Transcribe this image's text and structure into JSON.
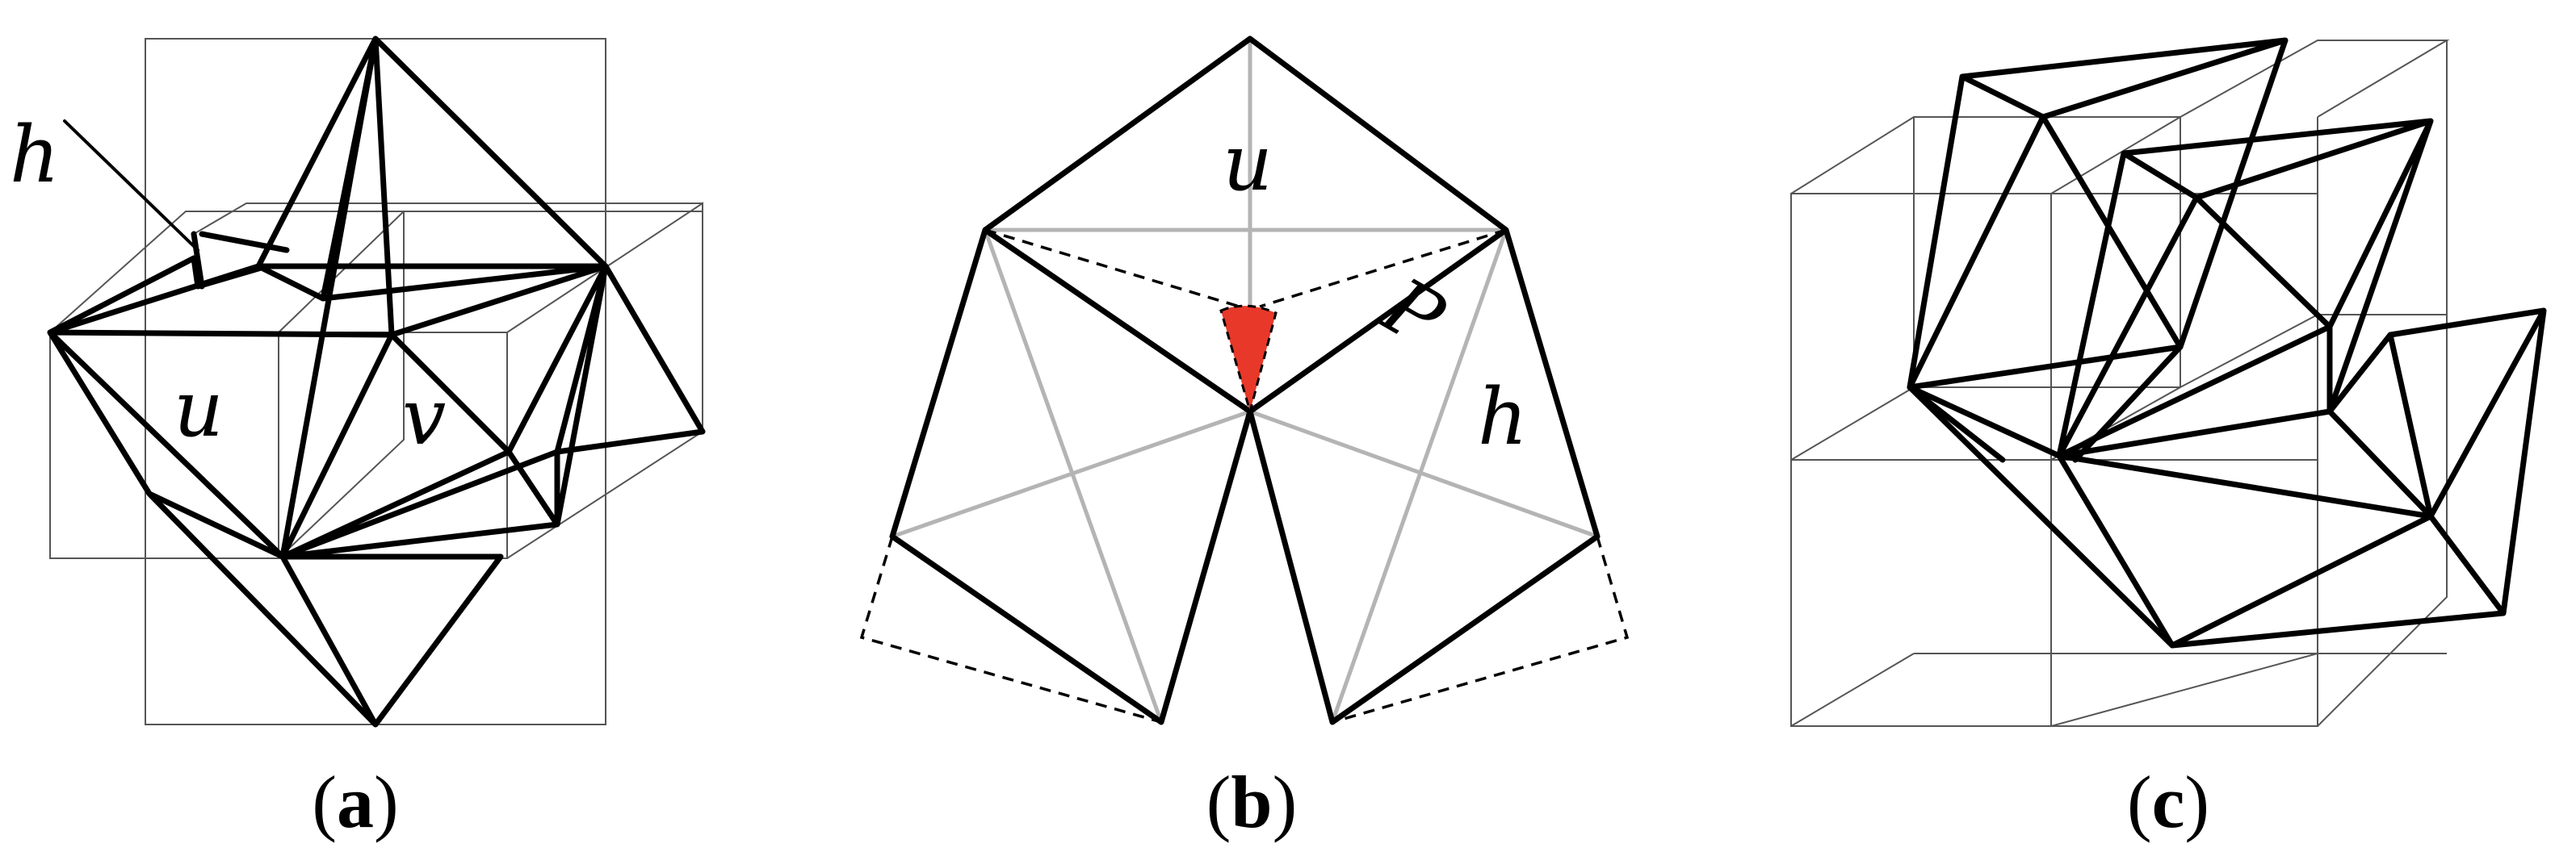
{
  "panels": [
    {
      "id": "a",
      "caption": {
        "open": "(",
        "letter": "a",
        "close": ")"
      },
      "labels": {
        "h": "h",
        "u": "u",
        "v": "v"
      }
    },
    {
      "id": "b",
      "caption": {
        "open": "(",
        "letter": "b",
        "close": ")"
      },
      "labels": {
        "u": "u",
        "p": "P",
        "h": "h"
      },
      "highlight_color": "#e8382a"
    },
    {
      "id": "c",
      "caption": {
        "open": "(",
        "letter": "c",
        "close": ")"
      }
    }
  ]
}
